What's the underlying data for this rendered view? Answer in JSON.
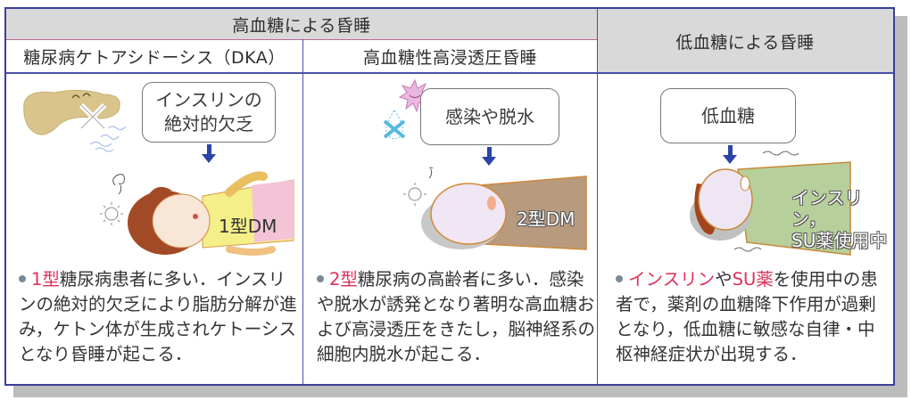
{
  "table": {
    "header": {
      "hyperglycemic_group": "高血糖による昏睡",
      "hypoglycemic_group": "低血糖による昏睡",
      "columns": [
        "糖尿病ケトアシドーシス（DKA）",
        "高血糖性高浸透圧昏睡"
      ]
    },
    "panels": [
      {
        "callout": "インスリンの\n絶対的欠乏",
        "figure_label": "1型DM",
        "description": {
          "highlight": "1型",
          "rest": "糖尿病患者に多い．インスリンの絶対的欠乏により脂肪分解が進み，ケトン体が生成されケトーシスとなり昏睡が起こる．"
        }
      },
      {
        "callout": "感染や脱水",
        "figure_label": "2型DM",
        "description": {
          "highlight": "2型",
          "rest": "糖尿病の高齢者に多い．感染や脱水が誘発となり著明な高血糖および高浸透圧をきたし，脳神経系の細胞内脱水が起こる．"
        }
      },
      {
        "callout": "低血糖",
        "figure_label": "インスリン，\nSU薬使用中",
        "description": {
          "highlight1": "インスリン",
          "mid": "や",
          "highlight2": "SU薬",
          "rest": "を使用中の患者で，薬剤の血糖降下作用が過剰となり，低血糖に敏感な自律・中枢神経症状が出現する．"
        }
      }
    ]
  },
  "colors": {
    "border": "#3b3f99",
    "header_bg": "#d9d9d9",
    "highlight": "#e0305a",
    "arrow": "#2c44a8"
  },
  "icons": [
    "pancreas-icon",
    "virus-icon",
    "water-drop-crossed-icon",
    "dizzy-swirl-icon",
    "sparkle-icon",
    "arrow-down-icon"
  ]
}
